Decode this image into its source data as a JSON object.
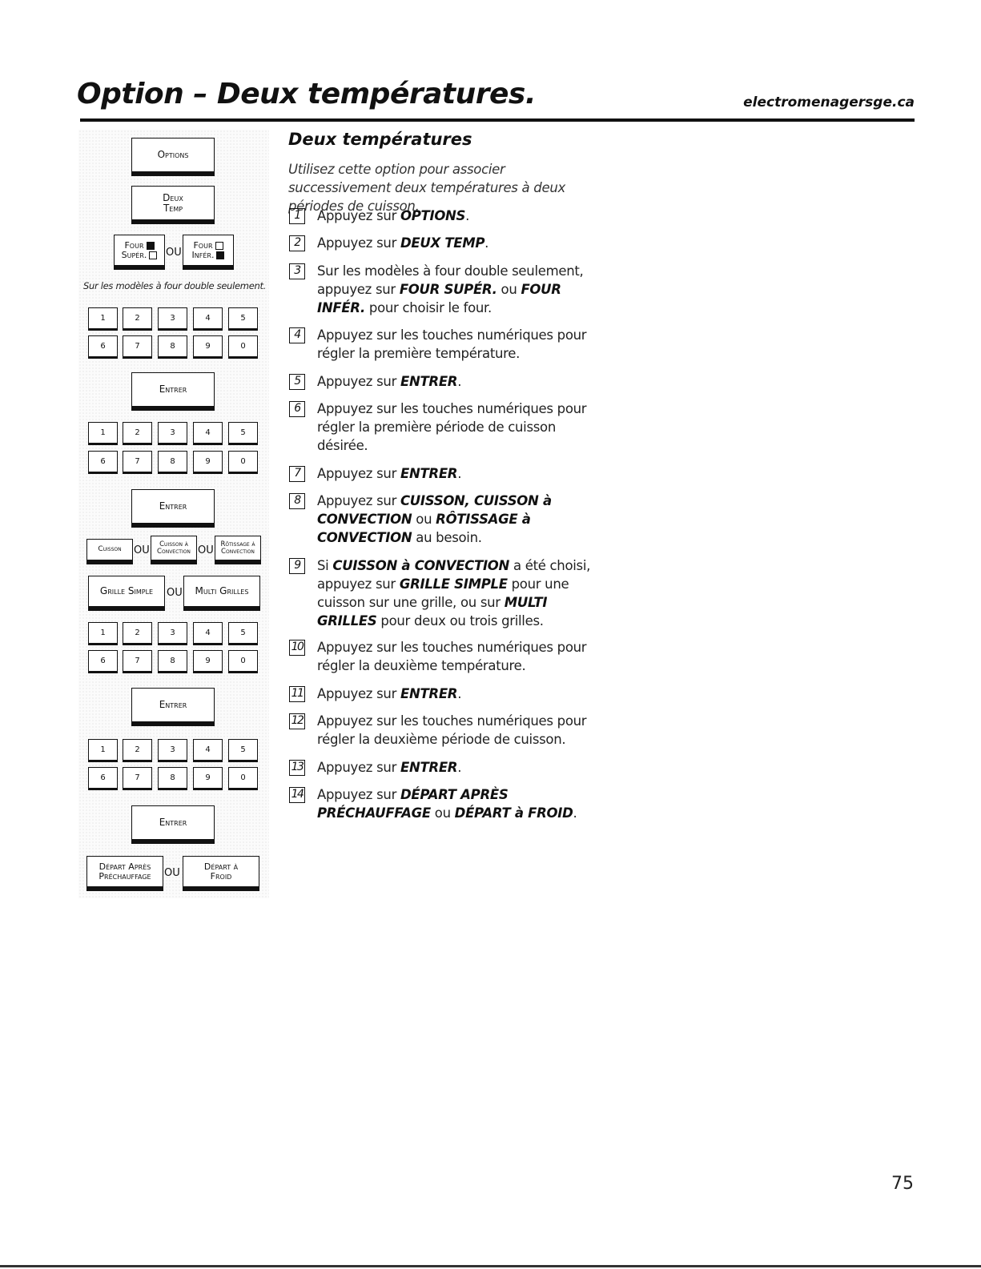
{
  "header": {
    "title": "Option – Deux températures.",
    "site": "electromenagersge.ca"
  },
  "panel": {
    "options_label": "Options",
    "deux_temp_line1": "Deux",
    "deux_temp_line2": "Temp",
    "four_super_line1": "Four",
    "four_super_line2": "Supér.",
    "four_infer_line1": "Four",
    "four_infer_line2": "Infér.",
    "ou": "OU",
    "caption": "Sur les modèles à four double seulement.",
    "keypad_row1": [
      "1",
      "2",
      "3",
      "4",
      "5"
    ],
    "keypad_row2": [
      "6",
      "7",
      "8",
      "9",
      "0"
    ],
    "entrer_label": "Entrer",
    "cuisson_label": "Cuisson",
    "cuisson_conv_line1": "Cuisson à",
    "cuisson_conv_line2": "Convection",
    "rotissage_line1": "Rôtissage à",
    "rotissage_line2": "Convection",
    "grille_simple": "Grille Simple",
    "multi_grilles": "Multi Grilles",
    "depart_apres_line1": "Départ Après",
    "depart_apres_line2": "Préchauffage",
    "depart_froid_line1": "Départ à",
    "depart_froid_line2": "Froid"
  },
  "content": {
    "section_title": "Deux températures",
    "intro": "Utilisez cette option pour associer successivement deux températures à deux périodes de cuisson.",
    "steps": [
      {
        "num": "1",
        "parts": [
          [
            "Appuyez sur ",
            false
          ],
          [
            "OPTIONS",
            true
          ],
          [
            ".",
            false
          ]
        ]
      },
      {
        "num": "2",
        "parts": [
          [
            "Appuyez sur ",
            false
          ],
          [
            "DEUX TEMP",
            true
          ],
          [
            ".",
            false
          ]
        ]
      },
      {
        "num": "3",
        "parts": [
          [
            "Sur les modèles à four double seulement, appuyez sur ",
            false
          ],
          [
            "FOUR SUPÉR.",
            true
          ],
          [
            " ou ",
            false
          ],
          [
            "FOUR INFÉR.",
            true
          ],
          [
            " pour choisir le four.",
            false
          ]
        ]
      },
      {
        "num": "4",
        "parts": [
          [
            "Appuyez sur les touches numériques pour régler la première température.",
            false
          ]
        ]
      },
      {
        "num": "5",
        "parts": [
          [
            "Appuyez sur ",
            false
          ],
          [
            "ENTRER",
            true
          ],
          [
            ".",
            false
          ]
        ]
      },
      {
        "num": "6",
        "parts": [
          [
            "Appuyez sur les touches numériques pour régler la première période de cuisson désirée.",
            false
          ]
        ]
      },
      {
        "num": "7",
        "parts": [
          [
            "Appuyez sur ",
            false
          ],
          [
            "ENTRER",
            true
          ],
          [
            ".",
            false
          ]
        ]
      },
      {
        "num": "8",
        "parts": [
          [
            "Appuyez sur ",
            false
          ],
          [
            "CUISSON, CUISSON à CONVECTION",
            true
          ],
          [
            " ou ",
            false
          ],
          [
            "RÔTISSAGE à CONVECTION",
            true
          ],
          [
            " au besoin.",
            false
          ]
        ]
      },
      {
        "num": "9",
        "parts": [
          [
            "Si ",
            false
          ],
          [
            "CUISSON à CONVECTION",
            true
          ],
          [
            " a été choisi, appuyez sur ",
            false
          ],
          [
            "GRILLE SIMPLE",
            true
          ],
          [
            " pour une cuisson sur une grille, ou sur ",
            false
          ],
          [
            "MULTI GRILLES",
            true
          ],
          [
            " pour deux ou trois grilles.",
            false
          ]
        ]
      },
      {
        "num": "10",
        "parts": [
          [
            "Appuyez sur les touches numériques pour régler la deuxième température.",
            false
          ]
        ]
      },
      {
        "num": "11",
        "parts": [
          [
            "Appuyez sur ",
            false
          ],
          [
            "ENTRER",
            true
          ],
          [
            ".",
            false
          ]
        ]
      },
      {
        "num": "12",
        "parts": [
          [
            "Appuyez sur les touches numériques pour régler la deuxième période de cuisson.",
            false
          ]
        ]
      },
      {
        "num": "13",
        "parts": [
          [
            "Appuyez sur ",
            false
          ],
          [
            "ENTRER",
            true
          ],
          [
            ".",
            false
          ]
        ]
      },
      {
        "num": "14",
        "parts": [
          [
            "Appuyez sur ",
            false
          ],
          [
            "DÉPART APRÈS PRÉCHAUFFAGE",
            true
          ],
          [
            " ou ",
            false
          ],
          [
            "DÉPART à FROID",
            true
          ],
          [
            ".",
            false
          ]
        ]
      }
    ]
  },
  "footer": {
    "page_number": "75"
  }
}
